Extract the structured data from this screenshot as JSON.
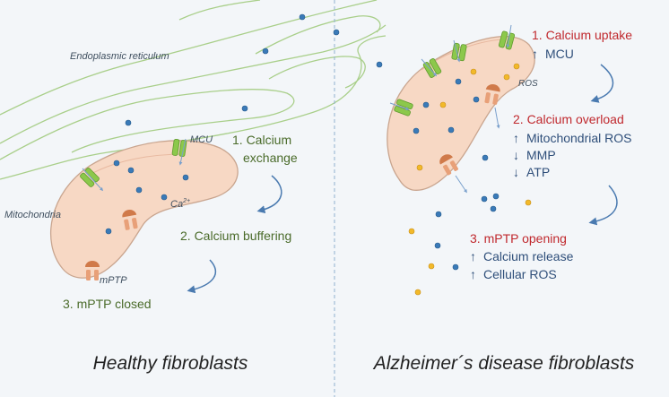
{
  "left": {
    "er_label": "Endoplasmic reticulum",
    "mcu_label": "MCU",
    "ca_label": "Ca",
    "ca_sup": "2+",
    "mito_label": "Mitochondria",
    "mptp_label": "mPTP",
    "step1_line1": "1. Calcium",
    "step1_line2": "exchange",
    "step2": "2. Calcium buffering",
    "step3": "3. mPTP closed",
    "caption": "Healthy fibroblasts"
  },
  "right": {
    "ros_label": "ROS",
    "step1_title": "1. Calcium uptake",
    "step1_item": "MCU",
    "step1_arrow": "↑",
    "step2_title": "2. Calcium overload",
    "step2_items": [
      {
        "arrow": "↑",
        "text": "Mitochondrial ROS"
      },
      {
        "arrow": "↓",
        "text": "MMP"
      },
      {
        "arrow": "↓",
        "text": "ATP"
      }
    ],
    "step3_title": "3. mPTP opening",
    "step3_items": [
      {
        "arrow": "↑",
        "text": "Calcium release"
      },
      {
        "arrow": "↑",
        "text": "Cellular ROS"
      }
    ],
    "caption": "Alzheimer´s disease fibroblasts"
  },
  "colors": {
    "background": "#f3f6f9",
    "er_stroke": "#a9cf8a",
    "mito_fill": "#f7d8c4",
    "mito_stroke": "#c9a58f",
    "calcium": "#3a7ab8",
    "ros": "#f2b92a",
    "mcu": "#8cc84b",
    "mptp": "#d07a4a",
    "left_text": "#4a6b2a",
    "right_title": "#c0282d",
    "right_text": "#2f4f7a",
    "arrow": "#4a7ab0"
  }
}
